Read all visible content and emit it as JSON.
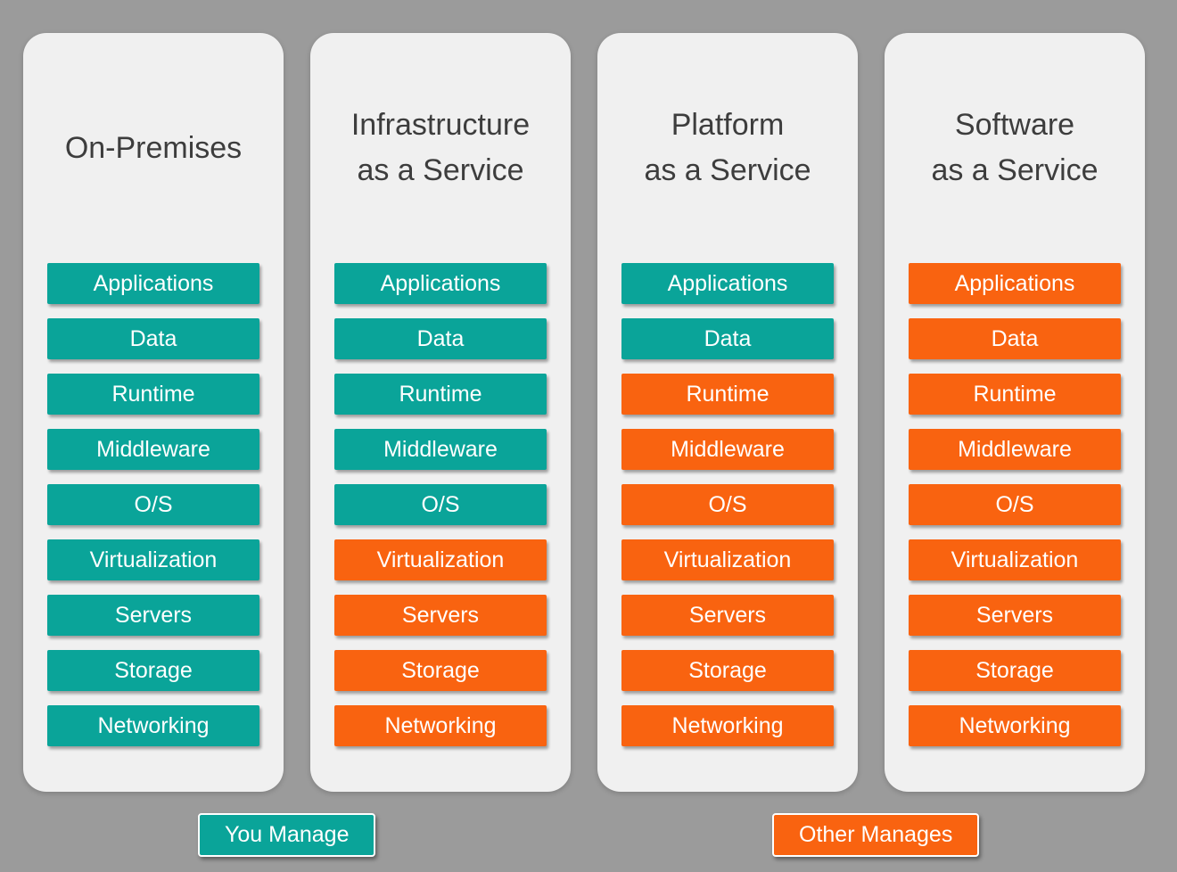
{
  "colors": {
    "page_bg": "#9b9b9b",
    "column_bg": "#f0f0f0",
    "you_color": "#0aa499",
    "other_color": "#f96310",
    "title_color": "#3d3d3d",
    "block_text_color": "#ffffff"
  },
  "columns": [
    {
      "title": "On-Premises",
      "blocks": [
        {
          "label": "Applications",
          "owner": "you"
        },
        {
          "label": "Data",
          "owner": "you"
        },
        {
          "label": "Runtime",
          "owner": "you"
        },
        {
          "label": "Middleware",
          "owner": "you"
        },
        {
          "label": "O/S",
          "owner": "you"
        },
        {
          "label": "Virtualization",
          "owner": "you"
        },
        {
          "label": "Servers",
          "owner": "you"
        },
        {
          "label": "Storage",
          "owner": "you"
        },
        {
          "label": "Networking",
          "owner": "you"
        }
      ]
    },
    {
      "title": "Infrastructure\nas a Service",
      "blocks": [
        {
          "label": "Applications",
          "owner": "you"
        },
        {
          "label": "Data",
          "owner": "you"
        },
        {
          "label": "Runtime",
          "owner": "you"
        },
        {
          "label": "Middleware",
          "owner": "you"
        },
        {
          "label": "O/S",
          "owner": "you"
        },
        {
          "label": "Virtualization",
          "owner": "other"
        },
        {
          "label": "Servers",
          "owner": "other"
        },
        {
          "label": "Storage",
          "owner": "other"
        },
        {
          "label": "Networking",
          "owner": "other"
        }
      ]
    },
    {
      "title": "Platform\nas a Service",
      "blocks": [
        {
          "label": "Applications",
          "owner": "you"
        },
        {
          "label": "Data",
          "owner": "you"
        },
        {
          "label": "Runtime",
          "owner": "other"
        },
        {
          "label": "Middleware",
          "owner": "other"
        },
        {
          "label": "O/S",
          "owner": "other"
        },
        {
          "label": "Virtualization",
          "owner": "other"
        },
        {
          "label": "Servers",
          "owner": "other"
        },
        {
          "label": "Storage",
          "owner": "other"
        },
        {
          "label": "Networking",
          "owner": "other"
        }
      ]
    },
    {
      "title": "Software\nas a Service",
      "blocks": [
        {
          "label": "Applications",
          "owner": "other"
        },
        {
          "label": "Data",
          "owner": "other"
        },
        {
          "label": "Runtime",
          "owner": "other"
        },
        {
          "label": "Middleware",
          "owner": "other"
        },
        {
          "label": "O/S",
          "owner": "other"
        },
        {
          "label": "Virtualization",
          "owner": "other"
        },
        {
          "label": "Servers",
          "owner": "other"
        },
        {
          "label": "Storage",
          "owner": "other"
        },
        {
          "label": "Networking",
          "owner": "other"
        }
      ]
    }
  ],
  "legend": {
    "you_label": "You Manage",
    "other_label": "Other Manages"
  }
}
